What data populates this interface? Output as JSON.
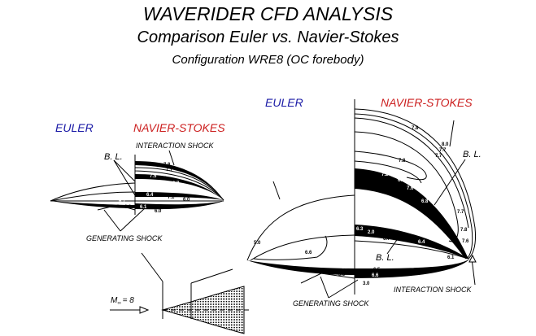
{
  "header": {
    "title": "WAVERIDER CFD ANALYSIS",
    "subtitle": "Comparison Euler vs. Navier-Stokes",
    "configuration": "Configuration WRE8 (OC forebody)"
  },
  "colors": {
    "euler": "#1a1aa6",
    "navier_stokes": "#cc2020",
    "ink": "#000000"
  },
  "left_diagram": {
    "euler_label": "EULER",
    "ns_label": "NAVIER-STOKES",
    "interaction_shock_label": "INTERACTION SHOCK",
    "bl_label": "B. L.",
    "generating_shock_label": "GENERATING SHOCK",
    "contour_values": [
      "7.8",
      "7.7",
      "7.5",
      "7.7",
      "6.7",
      "6.4",
      "7.1",
      "6.0",
      "6.7",
      "6.0",
      "6.1",
      "6.0"
    ]
  },
  "right_diagram": {
    "euler_label": "EULER",
    "ns_label": "NAVIER-STOKES",
    "bl_top_label": "B. L.",
    "bl_bottom_label": "B. L.",
    "interaction_shock_label": "INTERACTION SHOCK",
    "generating_shock_label": "GENERATING SHOCK",
    "contour_values": {
      "outer": [
        "7.8",
        "8.0",
        "7.7",
        "7.7"
      ],
      "inner": "7.8",
      "black_band": [
        "7.2",
        "6.9",
        "7.6",
        "6.8"
      ],
      "right_edge": [
        "7.7",
        "7.8",
        "7.6"
      ],
      "lower_band": [
        "6.3",
        "2.0",
        "6.7",
        "6.4",
        "6.1"
      ],
      "euler_side": [
        "5.0",
        "6.6",
        "6.7",
        "3.0"
      ],
      "bottom": [
        "6.5",
        "6.6",
        "3.0"
      ]
    }
  },
  "inset": {
    "mach_label": "M",
    "mach_sub": "∞",
    "mach_value": "= 8"
  }
}
